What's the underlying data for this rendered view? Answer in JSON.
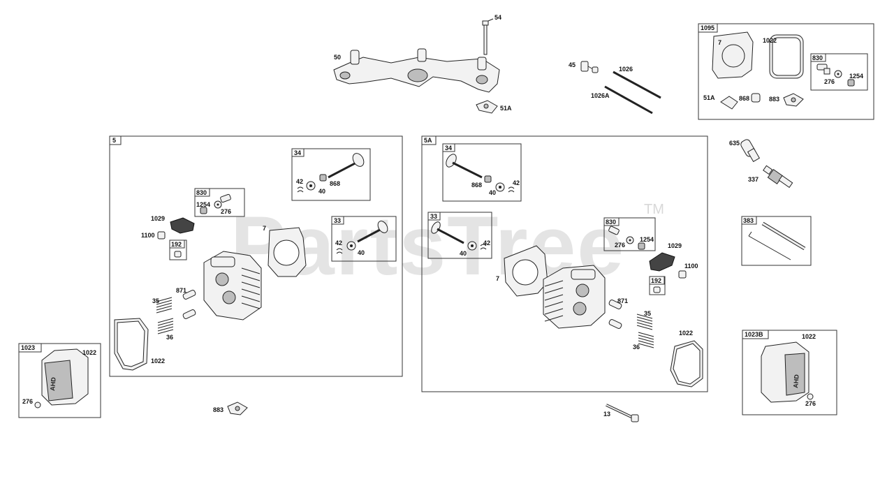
{
  "watermark": {
    "text": "PartsTree",
    "tm": "TM"
  },
  "labels": {
    "l54": "54",
    "l50": "50",
    "l51A_top": "51A",
    "l45": "45",
    "l1026": "1026",
    "l1026A": "1026A",
    "box1095": "1095",
    "k1095_7": "7",
    "k1095_1022": "1022",
    "box830_kit": "830",
    "k1095_276": "276",
    "k1095_1254": "1254",
    "k1095_51A": "51A",
    "k1095_868": "868",
    "k1095_883": "883",
    "l635": "635",
    "l337": "337",
    "box383": "383",
    "box5": "5",
    "b5_box34": "34",
    "b5_42a": "42",
    "b5_40a": "40",
    "b5_868": "868",
    "b5_box830": "830",
    "b5_1254": "1254",
    "b5_276": "276",
    "b5_1029": "1029",
    "b5_1100": "1100",
    "b5_box192": "192",
    "b5_box33": "33",
    "b5_42b": "42",
    "b5_40b": "40",
    "b5_7": "7",
    "b5_871": "871",
    "b5_35": "35",
    "b5_36": "36",
    "b5_1022": "1022",
    "box5A": "5A",
    "b5A_box34": "34",
    "b5A_868": "868",
    "b5A_40a": "40",
    "b5A_42a": "42",
    "b5A_box33": "33",
    "b5A_40b": "40",
    "b5A_42b": "42",
    "b5A_box830": "830",
    "b5A_276": "276",
    "b5A_1254": "1254",
    "b5A_1029": "1029",
    "b5A_1100": "1100",
    "b5A_box192": "192",
    "b5A_7": "7",
    "b5A_871": "871",
    "b5A_35": "35",
    "b5A_36": "36",
    "b5A_1022": "1022",
    "box1023": "1023",
    "k1023_1022": "1022",
    "k1023_276": "276",
    "l883": "883",
    "l13": "13",
    "box1023B": "1023B",
    "k1023B_1022": "1022",
    "k1023B_276": "276"
  }
}
